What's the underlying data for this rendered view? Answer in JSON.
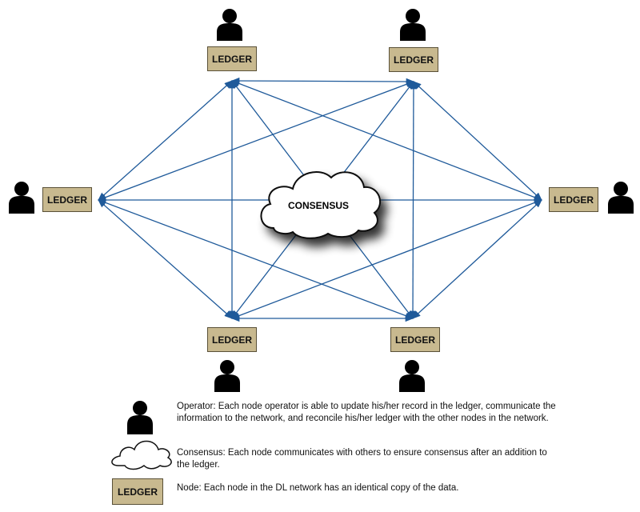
{
  "diagram": {
    "center_label": "CONSENSUS",
    "node_label": "LEDGER",
    "edge_color": "#1f5a9a",
    "ledger_fill": "#c8b98f",
    "nodes": [
      {
        "id": "top-left",
        "label": "LEDGER",
        "operator_icon": "person-icon"
      },
      {
        "id": "top-right",
        "label": "LEDGER",
        "operator_icon": "person-icon"
      },
      {
        "id": "left",
        "label": "LEDGER",
        "operator_icon": "person-icon"
      },
      {
        "id": "right",
        "label": "LEDGER",
        "operator_icon": "person-icon"
      },
      {
        "id": "bottom-left",
        "label": "LEDGER",
        "operator_icon": "person-icon"
      },
      {
        "id": "bottom-right",
        "label": "LEDGER",
        "operator_icon": "person-icon"
      }
    ],
    "edges": "all-to-all bidirectional arrows between the six nodes"
  },
  "legend": {
    "operator": "Operator: Each node operator is able to update his/her record in the ledger, communicate the information to the network, and reconcile his/her ledger with the other nodes in the network.",
    "consensus": "Consensus: Each node communicates with others to ensure consensus after an addition to the ledger.",
    "node_label": "LEDGER",
    "node": "Node: Each node in the DL network has an identical copy of the data."
  }
}
